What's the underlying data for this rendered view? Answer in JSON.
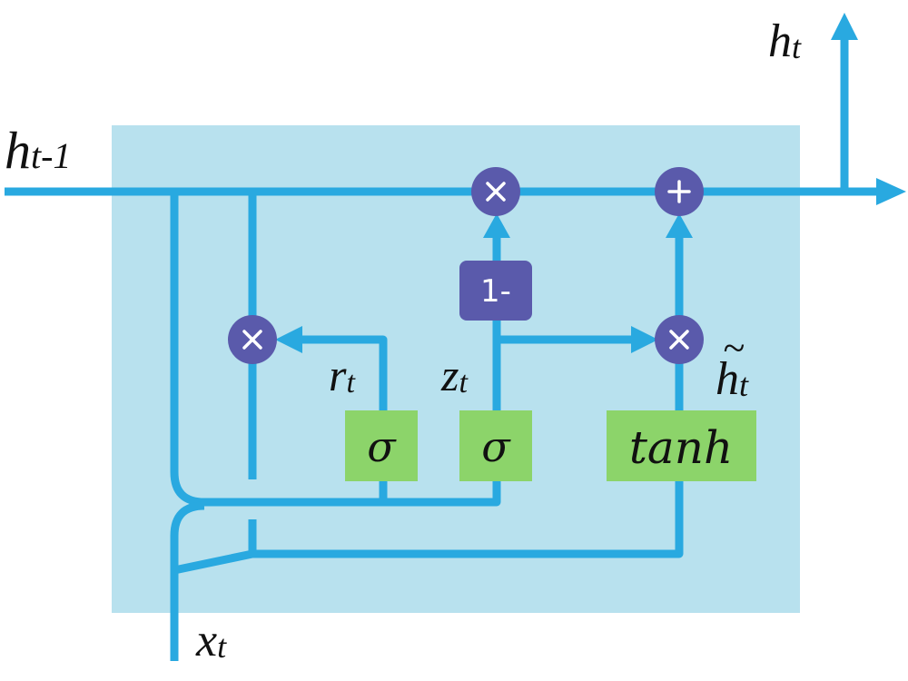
{
  "colors": {
    "cell_bg": "#b8e1ee",
    "wire": "#29a9e0",
    "operator": "#5a5aab",
    "gate": "#8cd46a"
  },
  "labels": {
    "h_prev": {
      "base": "h",
      "sub": "t-1"
    },
    "h_out": {
      "base": "h",
      "sub": "t"
    },
    "x_in": {
      "base": "x",
      "sub": "t"
    },
    "r_gate": {
      "base": "r",
      "sub": "t"
    },
    "z_gate": {
      "base": "z",
      "sub": "t"
    },
    "h_candidate": {
      "base": "h",
      "sub": "t",
      "accent": "~"
    }
  },
  "gates": {
    "reset_gate": "σ",
    "update_gate": "σ",
    "candidate": "tanh"
  },
  "operators": {
    "one_minus": "1-",
    "multiply_icon": "multiply",
    "add_icon": "plus"
  }
}
